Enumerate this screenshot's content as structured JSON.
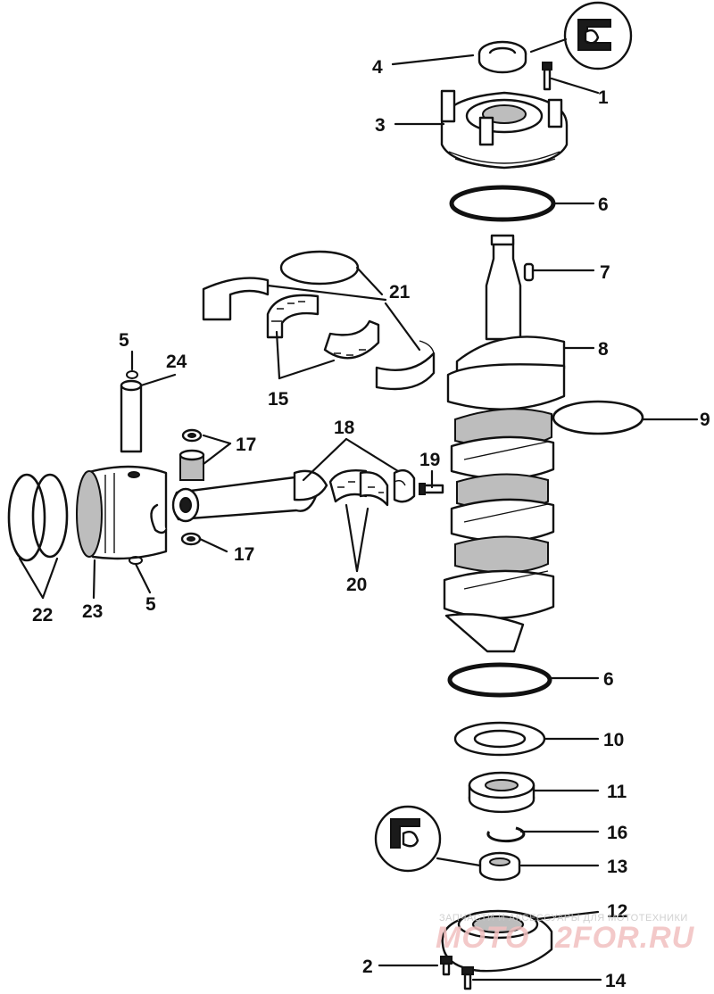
{
  "callouts": {
    "c1": "1",
    "c2": "2",
    "c3": "3",
    "c4": "4",
    "c5a": "5",
    "c5b": "5",
    "c6a": "6",
    "c6b": "6",
    "c7": "7",
    "c8": "8",
    "c9": "9",
    "c10": "10",
    "c11": "11",
    "c12": "12",
    "c13": "13",
    "c14": "14",
    "c15": "15",
    "c16": "16",
    "c17a": "17",
    "c17b": "17",
    "c18": "18",
    "c19": "19",
    "c20": "20",
    "c21": "21",
    "c22": "22",
    "c23": "23",
    "c24": "24"
  },
  "watermark": {
    "tagline": "ЗАПЧАСТИ И АКСЕССУАРЫ ДЛЯ МОТОТЕХНИКИ",
    "brand_left": "MOTO",
    "brand_right": "2FOR.RU"
  },
  "colors": {
    "ink": "#111111",
    "paper": "#ffffff",
    "watermark": "#d04040"
  }
}
